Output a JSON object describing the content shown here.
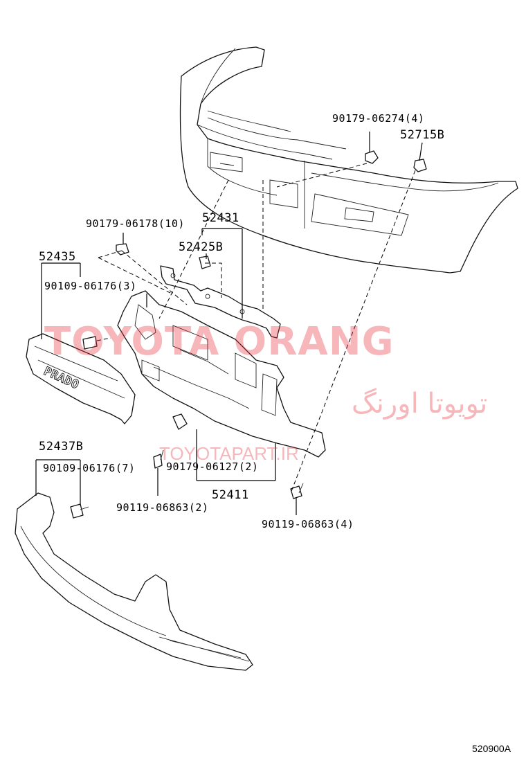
{
  "diagram": {
    "part_numbers": {
      "p1": "90179-06274(4)",
      "p2": "52715B",
      "p3": "90179-06178(10)",
      "p4": "52431",
      "p5": "52425B",
      "p6": "52435",
      "p7": "90109-06176(3)",
      "p8": "52437B",
      "p9": "90109-06176(7)",
      "p10": "90179-06127(2)",
      "p11": "52411",
      "p12": "90119-06863(2)",
      "p13": "90119-06863(4)"
    },
    "emblem_text": "PRADO",
    "reference_code": "520900A"
  },
  "watermark": {
    "brand": "TOYOTA ORANG",
    "persian": "تویوتا اورنگ",
    "url": "TOYOTAPART.IR",
    "color": "#e8323c"
  }
}
